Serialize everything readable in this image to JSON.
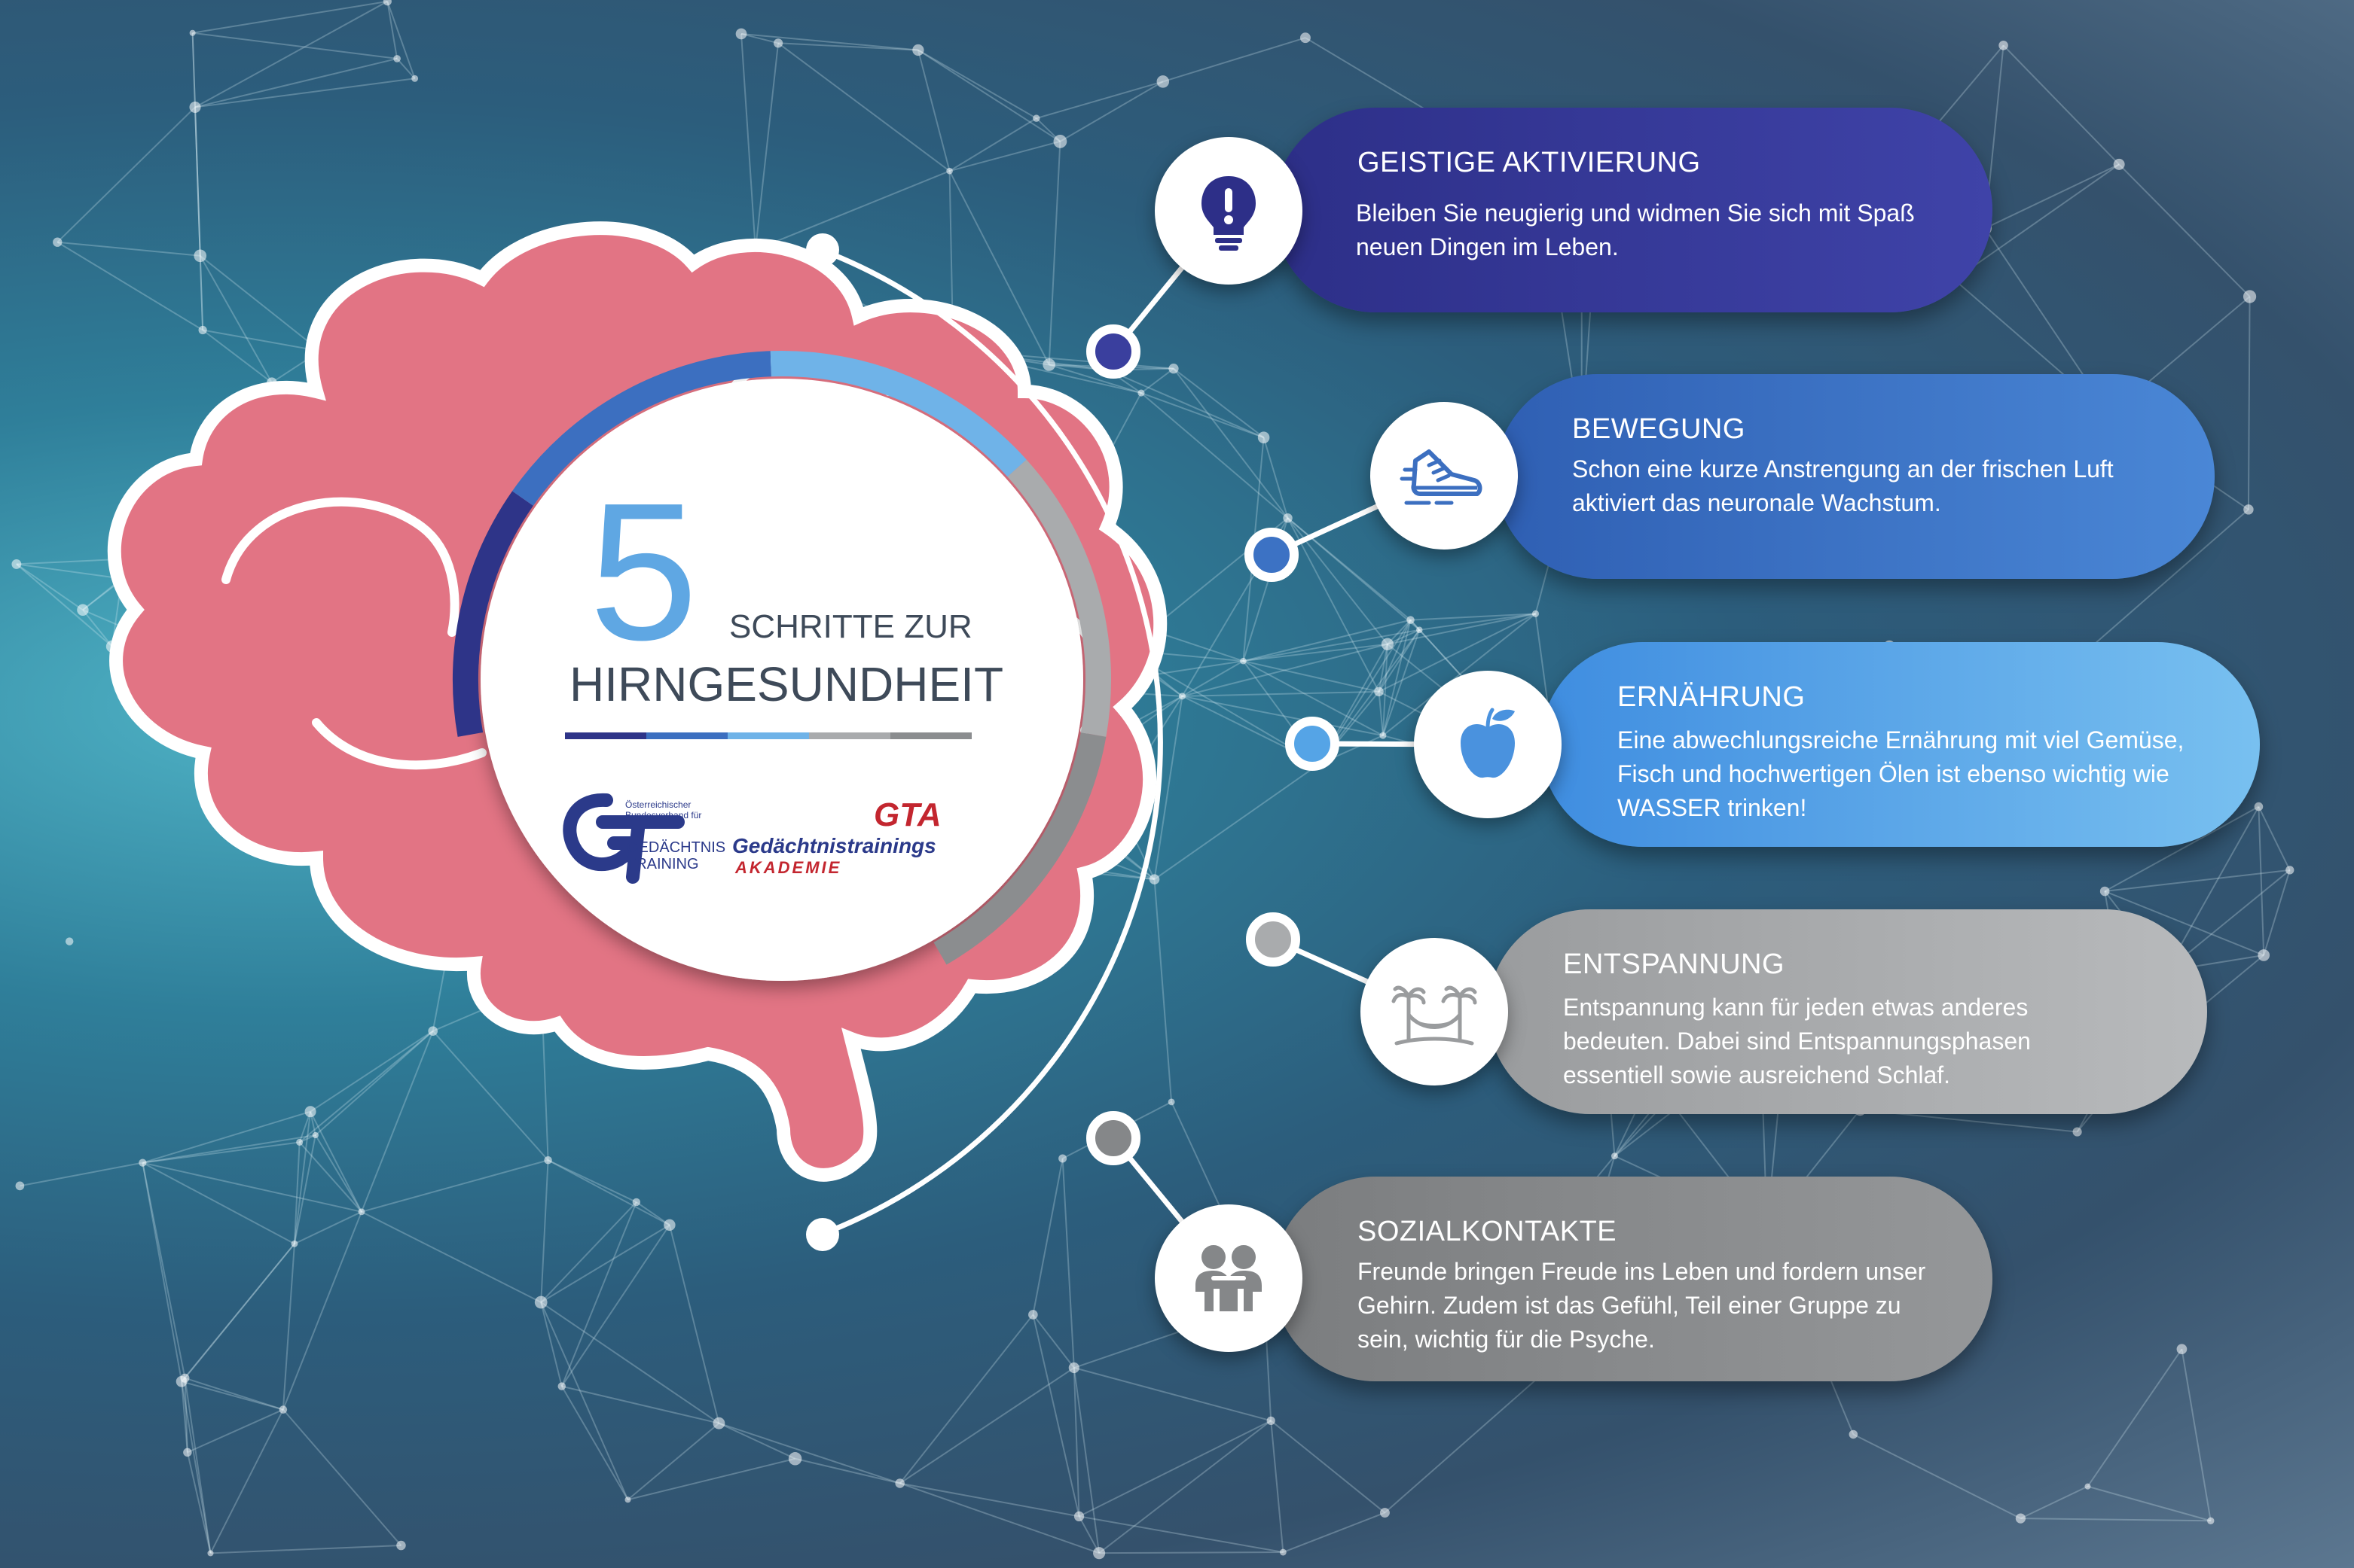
{
  "center": {
    "number": "5",
    "line1": "SCHRITTE ZUR",
    "line2": "HIRNGESUNDHEIT"
  },
  "logos": {
    "gt_letters": "GT",
    "gt_small_text": "Österreichischer Bundesverband für",
    "gt_word1": "GEDÄCHTNIS",
    "gt_word2": "TRAINING",
    "gta_letters": "GTA",
    "gta_word1": "Gedächtnistrainings",
    "gta_word2": "AKADEMIE"
  },
  "steps": [
    {
      "title": "GEISTIGE AKTIVIERUNG",
      "desc": "Bleiben Sie neugierig und widmen Sie sich mit Spaß neuen Dingen im Leben.",
      "icon": "lightbulb-icon",
      "color": "#3a3f9e"
    },
    {
      "title": "BEWEGUNG",
      "desc": "Schon eine kurze Anstrengung an der frischen Luft aktiviert das neuronale Wachstum.",
      "icon": "sneaker-icon",
      "color": "#3c72c4"
    },
    {
      "title": "ERNÄHRUNG",
      "desc": "Eine abwechlungsreiche Ernährung mit viel Gemüse, Fisch und hochwertigen Ölen ist ebenso wichtig wie WASSER trinken!",
      "icon": "apple-icon",
      "color": "#55a4e6"
    },
    {
      "title": "ENTSPANNUNG",
      "desc": "Entspannung kann für jeden etwas anderes bedeuten. Dabei sind Entspannungsphasen essentiell sowie ausreichend Schlaf.",
      "icon": "hammock-palm-icon",
      "color": "#a9abad"
    },
    {
      "title": "SOZIALKONTAKTE",
      "desc": "Freunde bringen Freude ins Leben und fordern unser Gehirn. Zudem ist das Gefühl, Teil einer Gruppe zu sein, wichtig für die Psyche.",
      "icon": "friends-icon",
      "color": "#858789"
    }
  ]
}
